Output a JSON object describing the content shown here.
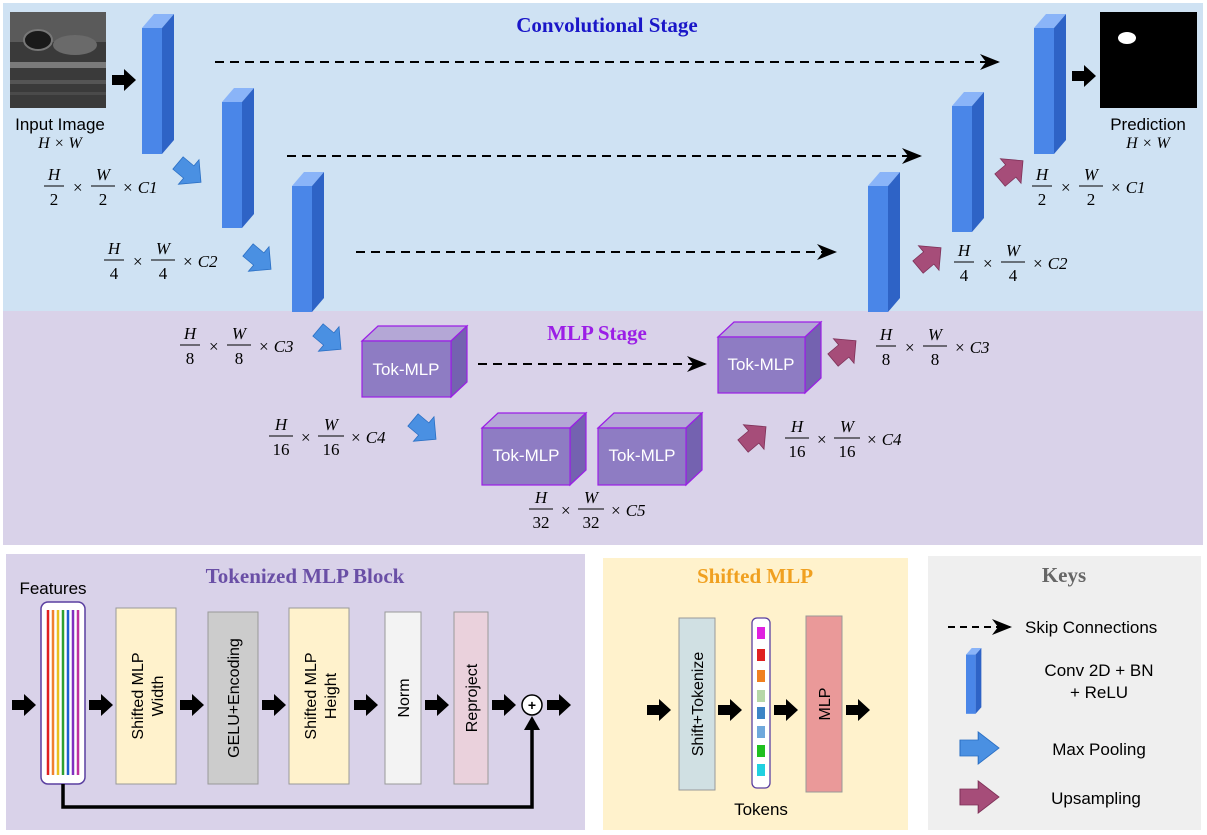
{
  "top": {
    "conv_stage_title": "Convolutional Stage",
    "mlp_stage_title": "MLP Stage",
    "input_label": "Input Image",
    "input_dims": "H × W",
    "prediction_label": "Prediction",
    "prediction_dims": "H × W",
    "tok_mlp_label": "Tok-MLP",
    "dims": {
      "c1": {
        "num": "H",
        "den": "2",
        "num2": "W",
        "den2": "2",
        "ch": "× C1"
      },
      "c2": {
        "num": "H",
        "den": "4",
        "num2": "W",
        "den2": "4",
        "ch": "× C2"
      },
      "c3": {
        "num": "H",
        "den": "8",
        "num2": "W",
        "den2": "8",
        "ch": "× C3"
      },
      "c4": {
        "num": "H",
        "den": "16",
        "num2": "W",
        "den2": "16",
        "ch": "× C4"
      },
      "c5": {
        "num": "H",
        "den": "32",
        "num2": "W",
        "den2": "32",
        "ch": "× C5"
      },
      "times": "×"
    }
  },
  "tok_block": {
    "title": "Tokenized MLP Block",
    "features_label": "Features",
    "steps": [
      "Shifted MLP Width",
      "GELU+Encoding",
      "Shifted MLP Height",
      "Norm",
      "Reproject"
    ],
    "plus": "+"
  },
  "shifted": {
    "title": "Shifted MLP",
    "shift_label": "Shift+Tokenize",
    "mlp_label": "MLP",
    "tokens_label": "Tokens"
  },
  "keys": {
    "title": "Keys",
    "skip": "Skip Connections",
    "conv_line1": "Conv 2D + BN",
    "conv_line2": "+ ReLU",
    "pool": "Max Pooling",
    "up": "Upsampling"
  },
  "colors": {
    "conv_bg": "#cfe2f3",
    "mlp_bg": "#d9d2e9",
    "conv_title": "#1a16c8",
    "mlp_title": "#9b1ee6",
    "tok_title": "#6a4fa6",
    "shift_title": "#f0a020",
    "keys_title": "#666666",
    "conv_block": "#4a86e8",
    "tok_box": "#8e7cc3",
    "pool_arrow": "#4a90e2",
    "up_arrow": "#a64d79"
  }
}
